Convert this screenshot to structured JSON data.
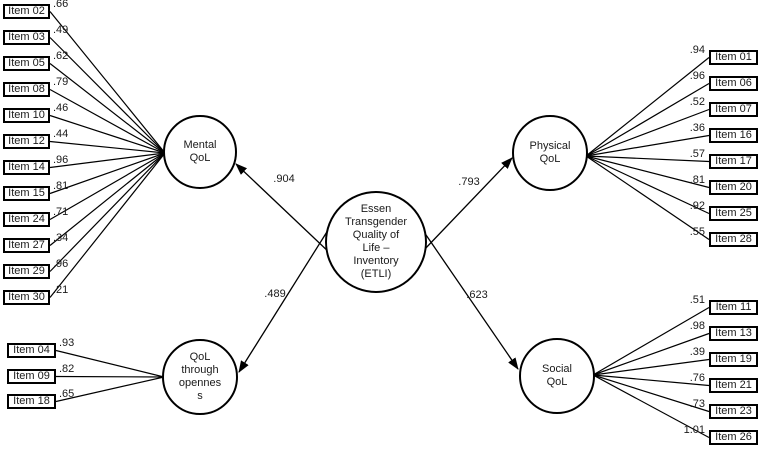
{
  "center": {
    "label": "Essen\nTransgender\nQuality of\nLife –\nInventory\n(ETLI)"
  },
  "factors": {
    "mental": {
      "label": "Mental\nQoL",
      "coefficient": ".904"
    },
    "openness": {
      "label": "QoL\nthrough\nopennes\ns",
      "coefficient": ".489"
    },
    "physical": {
      "label": "Physical\nQoL",
      "coefficient": ".793"
    },
    "social": {
      "label": "Social\nQoL",
      "coefficient": ".623"
    }
  },
  "items": {
    "mental": [
      {
        "label": "Item 02",
        "loading": ".66"
      },
      {
        "label": "Item 03",
        "loading": ".49"
      },
      {
        "label": "Item 05",
        "loading": ".62"
      },
      {
        "label": "Item 08",
        "loading": ".79"
      },
      {
        "label": "Item 10",
        "loading": ".46"
      },
      {
        "label": "Item 12",
        "loading": ".44"
      },
      {
        "label": "Item 14",
        "loading": ".96"
      },
      {
        "label": "Item 15",
        "loading": ".81"
      },
      {
        "label": "Item 24",
        "loading": ".71"
      },
      {
        "label": "Item 27",
        "loading": ".34"
      },
      {
        "label": "Item 29",
        "loading": ".96"
      },
      {
        "label": "Item 30",
        "loading": ".21"
      }
    ],
    "openness": [
      {
        "label": "Item 04",
        "loading": ".93"
      },
      {
        "label": "Item 09",
        "loading": ".82"
      },
      {
        "label": "Item 18",
        "loading": ".65"
      }
    ],
    "physical": [
      {
        "label": "Item 01",
        "loading": ".94"
      },
      {
        "label": "Item 06",
        "loading": ".96"
      },
      {
        "label": "Item 07",
        "loading": ".52"
      },
      {
        "label": "Item 16",
        "loading": ".36"
      },
      {
        "label": "Item 17",
        "loading": ".57"
      },
      {
        "label": "Item 20",
        "loading": ".81"
      },
      {
        "label": "Item 25",
        "loading": ".92"
      },
      {
        "label": "Item 28",
        "loading": ".55"
      }
    ],
    "social": [
      {
        "label": "Item 11",
        "loading": ".51"
      },
      {
        "label": "Item 13",
        "loading": ".98"
      },
      {
        "label": "Item 19",
        "loading": ".39"
      },
      {
        "label": "Item 21",
        "loading": ".76"
      },
      {
        "label": "Item 23",
        "loading": ".73"
      },
      {
        "label": "Item 26",
        "loading": "1.01"
      }
    ]
  },
  "colors": {
    "line": "#000000",
    "background": "#ffffff",
    "text": "#1a1a1a"
  }
}
